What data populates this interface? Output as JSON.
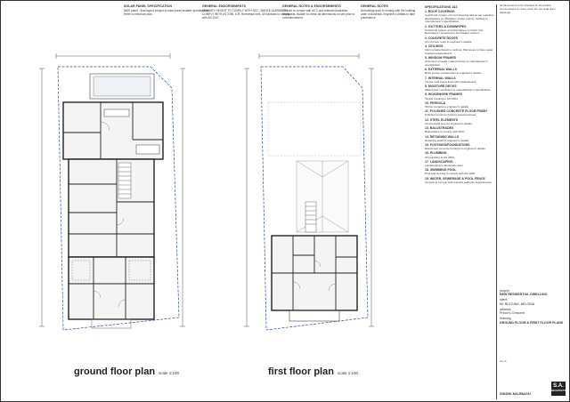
{
  "notes": {
    "solar": {
      "title": "SOLAR PANEL SPECIFICATION",
      "body": "6600 panel - final layout subject to solar panel installer specification. Refer to electrical plan."
    },
    "general": {
      "title": "GENERAL ENDORSEMENTS",
      "body": "CHIMNEY HEIGHT TO COMPLY WITH NCC. SMOKE ALARMS TO COMPLY WITH AS 3786. S.R. fit renewal vent. All windows to comply with AS 2047."
    },
    "general2": {
      "title": "GENERAL NOTES & ENDORSEMENTS",
      "body": "All work to comply with NCC and relevant Australian Standards. Builder to check all dimensions on site prior to commencement."
    },
    "general3": {
      "title": "GENERAL NOTES",
      "body": "All building work to comply with the building code of Australia. Engineer's details to take precedence."
    }
  },
  "plans": {
    "ground": {
      "title": "ground floor plan",
      "scale": "scale 1:100"
    },
    "first": {
      "title": "first floor plan",
      "scale": "scale 1:100"
    }
  },
  "specs": {
    "heading": "SPECIFICATIONS 1&2",
    "items": [
      {
        "title": "1. ROOF COVERING",
        "body": "Colorbond custom orb roof sheeting laid as per suppliers specification on 45x90mm timber purlins. Sarking to manufacturer's specification."
      },
      {
        "title": "2. GUTTERS & DOWNPIPES",
        "body": "Colorbond gutters and downpipes to match roof. Downpipes connected to stormwater system."
      },
      {
        "title": "3. CONCRETE ROOFS",
        "body": "All concrete roofs to engineer's details."
      },
      {
        "title": "4. CEILINGS",
        "body": "10mm plasterboard to ceilings. Wet areas to have water resistant plasterboard."
      },
      {
        "title": "5. WINDOW FRAMES",
        "body": "Aluminium powder coated frames to manufacturer's specification."
      },
      {
        "title": "6. EXTERNAL WALLS",
        "body": "Brick veneer construction to engineer's details."
      },
      {
        "title": "7. INTERNAL WALLS",
        "body": "Timber stud frame lined with plasterboard."
      },
      {
        "title": "8. MOISTURE DECKS",
        "body": "Waterproof membrane to manufacturer's specification."
      },
      {
        "title": "9. WOODWORK FRAMES",
        "body": "Timber framing to AS 1684."
      },
      {
        "title": "10. PERGOLA",
        "body": "Timber pergola to engineer's details."
      },
      {
        "title": "11. POLISHED CONCRETE FLOOR FINISH",
        "body": "Polished concrete finish to selected areas."
      },
      {
        "title": "12. STEEL ELEMENTS",
        "body": "All structural steel to engineer's details."
      },
      {
        "title": "13. BALUSTRADES",
        "body": "Balustrades to comply with NCC."
      },
      {
        "title": "14. RETAINING WALLS",
        "body": "Retaining walls to engineer's details."
      },
      {
        "title": "15. FOOTINGS/FOUNDATIONS",
        "body": "Reinforced concrete footings to engineer's details."
      },
      {
        "title": "16. PLUMBING",
        "body": "All plumbing to AS 3500."
      },
      {
        "title": "17. LANDSCAPING",
        "body": "Landscaping to landscape plan."
      },
      {
        "title": "18. SWIMMING POOL",
        "body": "Pool and fencing to comply with AS 1926."
      },
      {
        "title": "19. WATER, SEWERAGE & POOL FENCE",
        "body": "All work to comply with relevant authority requirements."
      }
    ]
  },
  "titleblock": {
    "header_note": "All dimensions to be checked on site before commencement of any work. Do not scale from drawings.",
    "project_label": "project",
    "project": "NEW RESIDENTIAL DWELLING",
    "client_label": "client",
    "client": "Mr. BLEGINA, BELGINA",
    "address_label": "address",
    "address": "Prince's Crescent",
    "drawing_label": "drawing",
    "drawing": "GROUND FLOOR & FIRST FLOOR PLANS",
    "rev": "rev. A",
    "architect": "SIDDIK MAJBAGU",
    "logo": "S.A.",
    "logo_sub": "ARCHITECTS"
  }
}
